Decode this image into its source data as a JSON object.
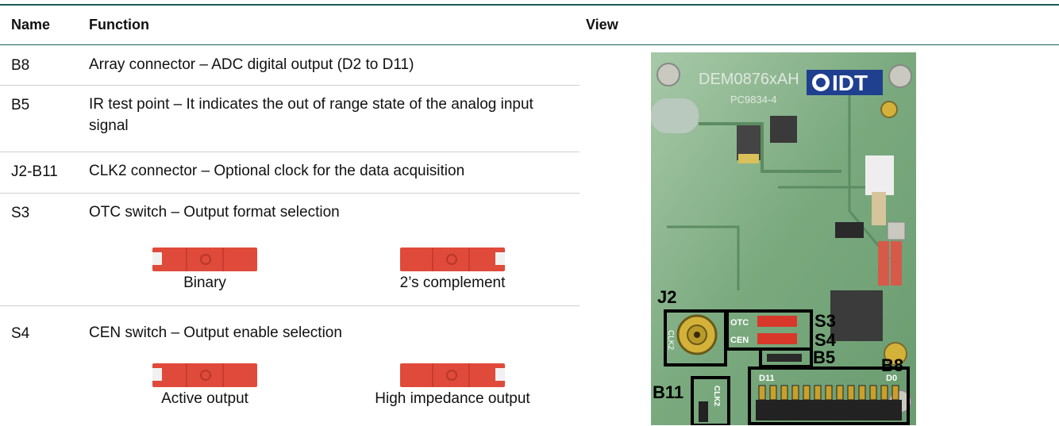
{
  "header": {
    "name": "Name",
    "function": "Function",
    "view": "View"
  },
  "rows": [
    {
      "name": "B8",
      "function": "Array connector – ADC digital output (D2 to D11)"
    },
    {
      "name": "B5",
      "function": "IR test point – It indicates the out of range state of the analog input signal"
    },
    {
      "name": "J2-B11",
      "function": "CLK2 connector – Optional clock for the data acquisition"
    },
    {
      "name": "S3",
      "function": "OTC switch – Output format selection"
    },
    {
      "name": "S4",
      "function": "CEN switch – Output enable selection"
    }
  ],
  "s3_options": {
    "left": "Binary",
    "right": "2’s complement"
  },
  "s4_options": {
    "left": "Active output",
    "right": "High impedance output"
  },
  "board": {
    "logo": "IDT",
    "silkscreen_top": "DEM0876xAH",
    "silkscreen_sub": "PC9834-4",
    "labels": {
      "j2": "J2",
      "s3": "S3",
      "s4": "S4",
      "b5": "B5",
      "b8": "B8",
      "b11": "B11"
    },
    "silk": {
      "otc": "OTC",
      "cen": "CEN",
      "clk2": "CLK2",
      "d11": "D11",
      "d0": "D0",
      "clk": "CLK2"
    }
  },
  "colors": {
    "rule": "#1a5c5a",
    "switch": "#e04a3a",
    "board": "#7fae84",
    "logo_bg": "#1f3f8f"
  }
}
